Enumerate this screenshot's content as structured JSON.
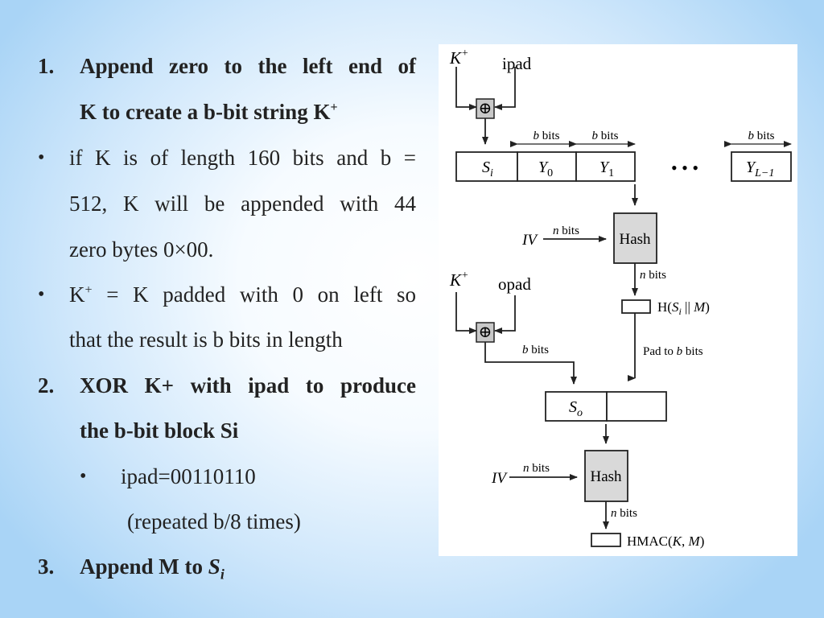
{
  "steps": {
    "s1_num": "1.",
    "s1_line1": "Append zero to the left end of",
    "s1_line2": "K to create a b-bit string K",
    "s1_sup": "+",
    "b1_line1": "if K is of length 160 bits and b =",
    "b1_line2": "512, K will be appended with 44",
    "b1_line3": "zero bytes 0×00.",
    "b2_k": "K",
    "b2_sup": "+",
    "b2_line1_rest": " = K padded with 0 on left so",
    "b2_line2": "that the result is b bits in length",
    "s2_num": "2.",
    "s2_line1": "XOR K+ with ipad to produce",
    "s2_line2": "the b-bit block Si",
    "b3_line1": "ipad=00110110",
    "b3_line2": "(repeated b/8 times)",
    "s3_num": "3.",
    "s3_text": "Append M to ",
    "s3_var": "S",
    "s3_sub": "i"
  },
  "bullet_char": "•",
  "diagram": {
    "kplus": "K",
    "plus": "+",
    "ipad": "ipad",
    "opad": "opad",
    "xor": "⊕",
    "bbits": "b bits",
    "nbits": "n bits",
    "iv": "IV",
    "hash": "Hash",
    "si": "S",
    "si_sub": "i",
    "y0": "Y",
    "y0_sub": "0",
    "y1": "Y",
    "y1_sub": "1",
    "yl": "Y",
    "yl_sub": "L−1",
    "dots": "• • •",
    "hsim_pre": "H(",
    "hsim_s": "S",
    "hsim_i": "i",
    "hsim_rest": " || ",
    "hsim_m": "M",
    "hsim_close": ")",
    "pad_pre": "Pad to ",
    "pad_b": "b",
    "pad_post": " bits",
    "so": "S",
    "so_sub": "o",
    "hmac_pre": "HMAC(",
    "hmac_k": "K",
    "hmac_comma": ", ",
    "hmac_m": "M",
    "hmac_close": ")",
    "colors": {
      "panel": "#ffffff",
      "hashfill": "#d9d9d9",
      "xorfill": "#c8c8c8",
      "stroke": "#222222"
    }
  }
}
